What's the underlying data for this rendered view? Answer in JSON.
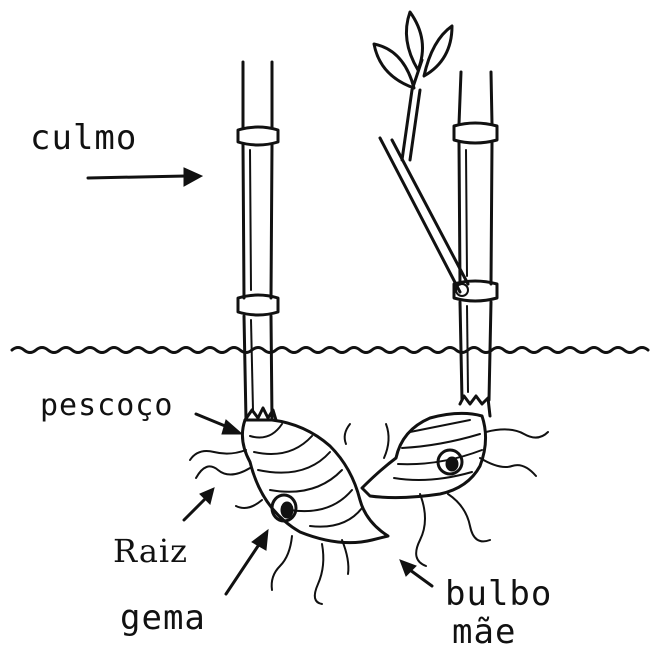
{
  "labels": {
    "culmo": "culmo",
    "pescoco": "pescoço",
    "raiz": "Raiz",
    "gema": "gema",
    "bulbo": "bulbo",
    "mae": "mãe"
  },
  "colors": {
    "ink": "#111111",
    "background": "#ffffff"
  }
}
